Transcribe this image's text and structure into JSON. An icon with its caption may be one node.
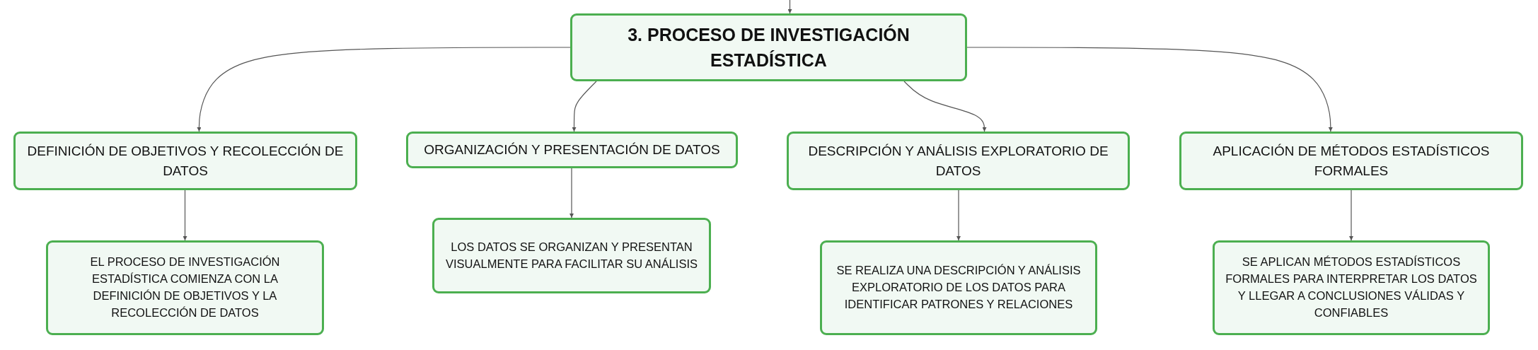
{
  "diagram": {
    "nodes": [
      {
        "text": [
          "3. PROCESO DE INVESTIGACIÓN ESTADÍSTICA"
        ]
      },
      {
        "text": [
          "DEFINICIÓN DE OBJETIVOS Y RECOLECCIÓN DE DATOS"
        ]
      },
      {
        "text": [
          "EL PROCESO DE INVESTIGACIÓN ESTADÍSTICA COMIENZA CON LA DEFINICIÓN DE OBJETIVOS Y LA RECOLECCIÓN DE DATOS"
        ]
      },
      {
        "text": [
          "ORGANIZACIÓN Y PRESENTACIÓN DE DATOS"
        ]
      },
      {
        "text": [
          "LOS DATOS SE ORGANIZAN Y PRESENTAN VISUALMENTE PARA FACILITAR SU ANÁLISIS"
        ]
      },
      {
        "text": [
          "DESCRIPCIÓN Y ANÁLISIS EXPLORATORIO DE DATOS"
        ]
      },
      {
        "text": [
          "SE REALIZA UNA DESCRIPCIÓN Y ANÁLISIS EXPLORATORIO DE LOS DATOS PARA IDENTIFICAR PATRONES Y RELACIONES"
        ]
      },
      {
        "text": [
          "APLICACIÓN DE MÉTODOS ESTADÍSTICOS FORMALES"
        ]
      },
      {
        "text": [
          "SE APLICAN MÉTODOS ESTADÍSTICOS FORMALES PARA INTERPRETAR LOS DATOS Y LLEGAR A CONCLUSIONES VÁLIDAS Y CONFIABLES"
        ]
      }
    ],
    "edges": [
      {
        "from": null,
        "to": 0,
        "arrow": "to"
      },
      {
        "from": 0,
        "to": 1,
        "arrow": "to"
      },
      {
        "from": 0,
        "to": 3,
        "arrow": "to"
      },
      {
        "from": 0,
        "to": 5,
        "arrow": "to"
      },
      {
        "from": 0,
        "to": 7,
        "arrow": "to"
      },
      {
        "from": 1,
        "to": 2,
        "arrow": "to"
      },
      {
        "from": 3,
        "to": 4,
        "arrow": "to"
      },
      {
        "from": 5,
        "to": 6,
        "arrow": "to"
      },
      {
        "from": 7,
        "to": 8,
        "arrow": "to"
      }
    ]
  }
}
